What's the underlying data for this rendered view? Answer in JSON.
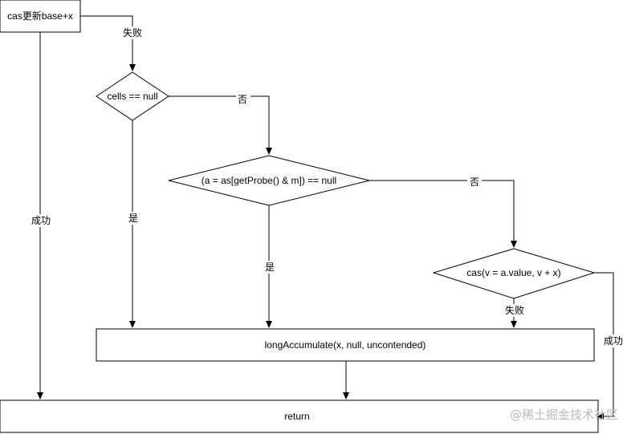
{
  "nodes": {
    "cas_base": "cas更新base+x",
    "cells_null": "cells == null",
    "probe_null": "(a = as[getProbe() & m]) == null",
    "cas_cell": "cas(v = a.value, v + x)",
    "long_accumulate": "longAccumulate(x, null, uncontended)",
    "return": "return"
  },
  "edges": {
    "base_fail": "失败",
    "base_success": "成功",
    "cells_no": "否",
    "cells_yes": "是",
    "probe_no": "否",
    "probe_yes": "是",
    "cas_fail": "失败",
    "cas_success": "成功"
  },
  "watermark": "@稀土掘金技术社区",
  "colors": {
    "stroke": "#000000",
    "fill": "#ffffff",
    "watermark": "#b9b9b9"
  }
}
